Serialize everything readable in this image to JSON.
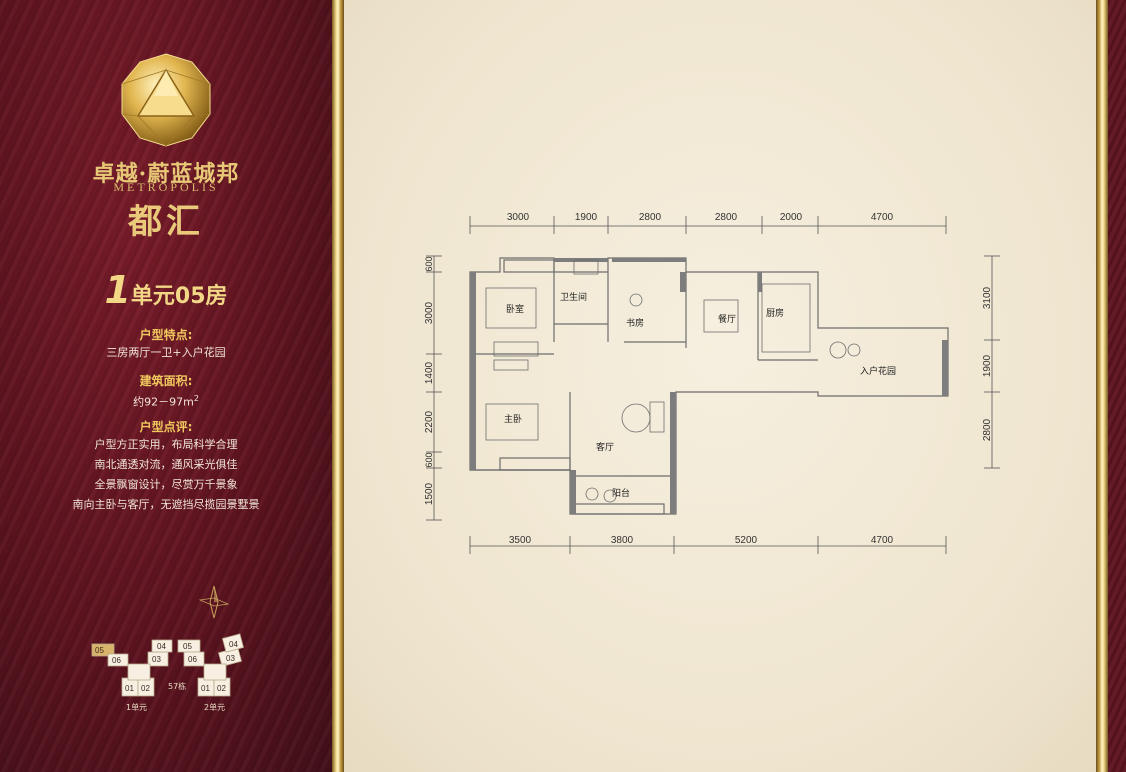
{
  "brand": {
    "name_cn": "卓越·蔚蓝城邦",
    "name_en": "METROPOLIS",
    "subtitle": "都汇"
  },
  "unit": {
    "title_number": "1",
    "title_rest": "单元05房"
  },
  "features": {
    "heading": "户型特点:",
    "text": "三房两厅一卫+入户花园"
  },
  "area": {
    "heading": "建筑面积:",
    "text_prefix": "约92－97m",
    "text_sup": "2"
  },
  "review": {
    "heading": "户型点评:",
    "lines": [
      "户型方正实用，布局科学合理",
      "南北通透对流，通风采光俱佳",
      "全景飘窗设计，尽赏万千景象",
      "南向主卧与客厅，无遮挡尽揽园景墅景"
    ]
  },
  "floor_plan": {
    "top_dims": [
      "3000",
      "1900",
      "2800",
      "2800",
      "2000",
      "4700"
    ],
    "bottom_dims": [
      "3500",
      "3800",
      "5200",
      "4700"
    ],
    "left_dims": [
      "600",
      "3000",
      "1400",
      "2200",
      "600",
      "1500"
    ],
    "right_dims": [
      "3100",
      "1900",
      "2800"
    ],
    "rooms": {
      "bedroom": "卧室",
      "bathroom": "卫生间",
      "study": "书房",
      "dining": "餐厅",
      "kitchen": "厨房",
      "garden": "入户花园",
      "master_bedroom": "主卧",
      "living": "客厅",
      "balcony": "阳台"
    }
  },
  "site_map": {
    "building": "57栋",
    "unit1": "1单元",
    "unit2": "2单元",
    "labels": [
      "05",
      "06",
      "03",
      "04",
      "05",
      "06",
      "03",
      "04",
      "01",
      "02",
      "01",
      "02"
    ],
    "highlight": "05"
  },
  "colors": {
    "maroon": "#5e1420",
    "gold": "#e7c877",
    "paper": "#f3ebd9",
    "wall": "#808080"
  }
}
